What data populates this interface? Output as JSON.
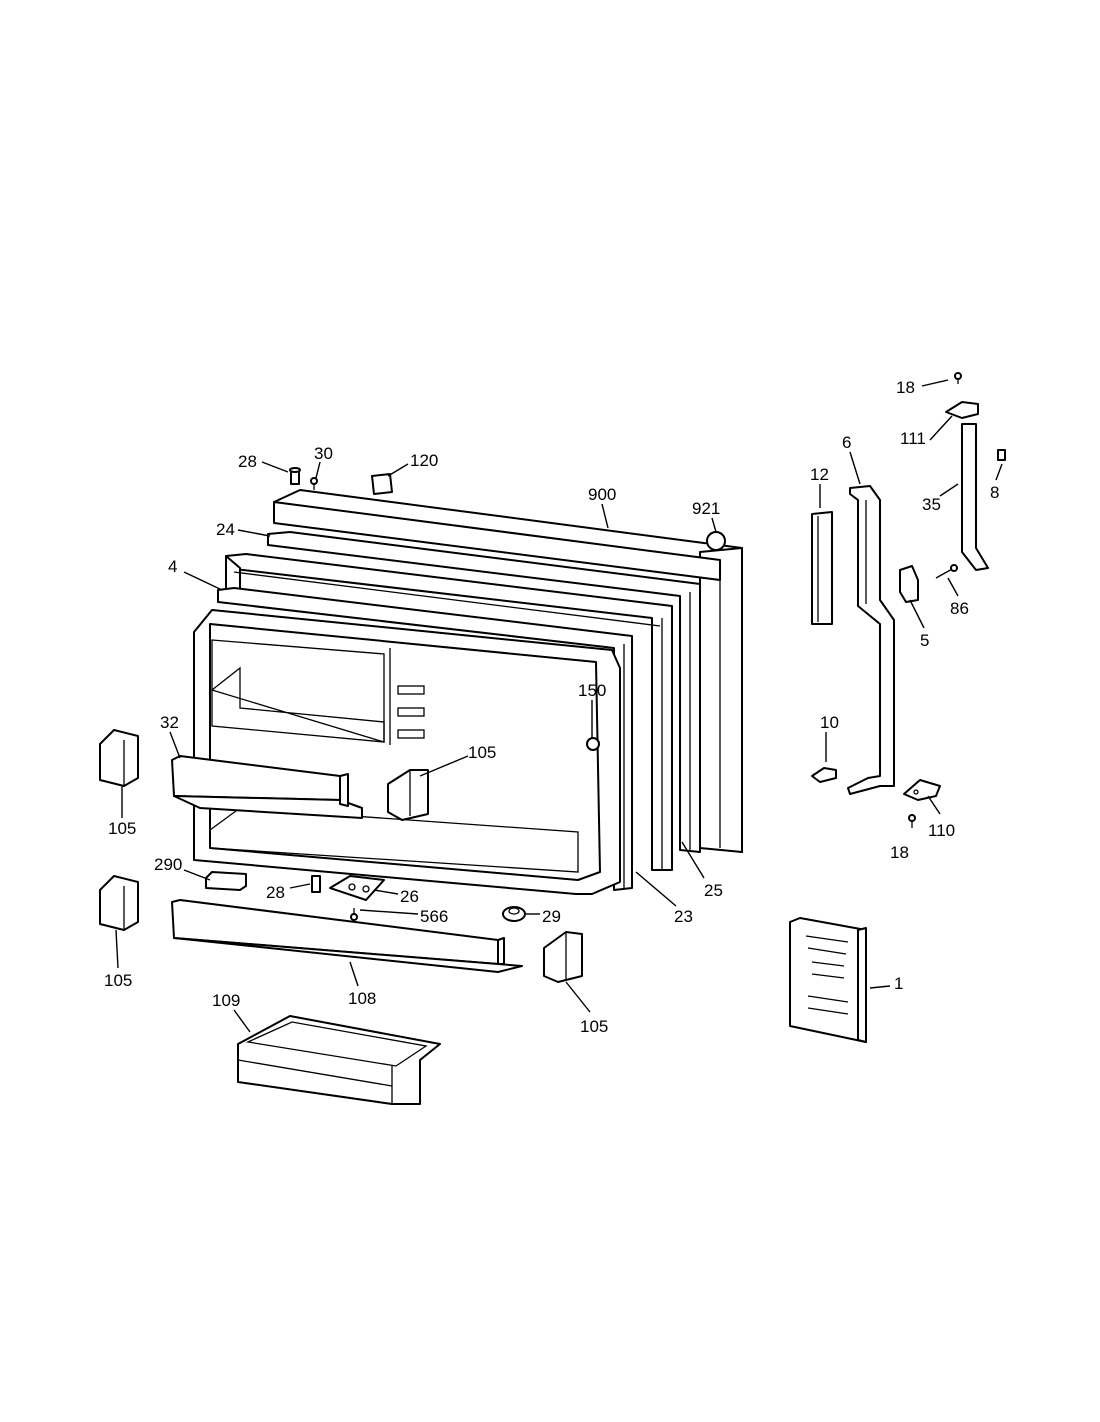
{
  "labels": {
    "l18a": "18",
    "l111": "111",
    "l6": "6",
    "l8": "8",
    "l12": "12",
    "l35": "35",
    "l86": "86",
    "l5": "5",
    "l10": "10",
    "l110": "110",
    "l18b": "18",
    "l1": "1",
    "l28a": "28",
    "l30": "30",
    "l120": "120",
    "l900": "900",
    "l921": "921",
    "l24": "24",
    "l4": "4",
    "l150": "150",
    "l32": "32",
    "l105a": "105",
    "l105b": "105",
    "l290": "290",
    "l28b": "28",
    "l26": "26",
    "l566": "566",
    "l29": "29",
    "l23": "23",
    "l25": "25",
    "l105c": "105",
    "l108": "108",
    "l105d": "105",
    "l109": "109"
  }
}
